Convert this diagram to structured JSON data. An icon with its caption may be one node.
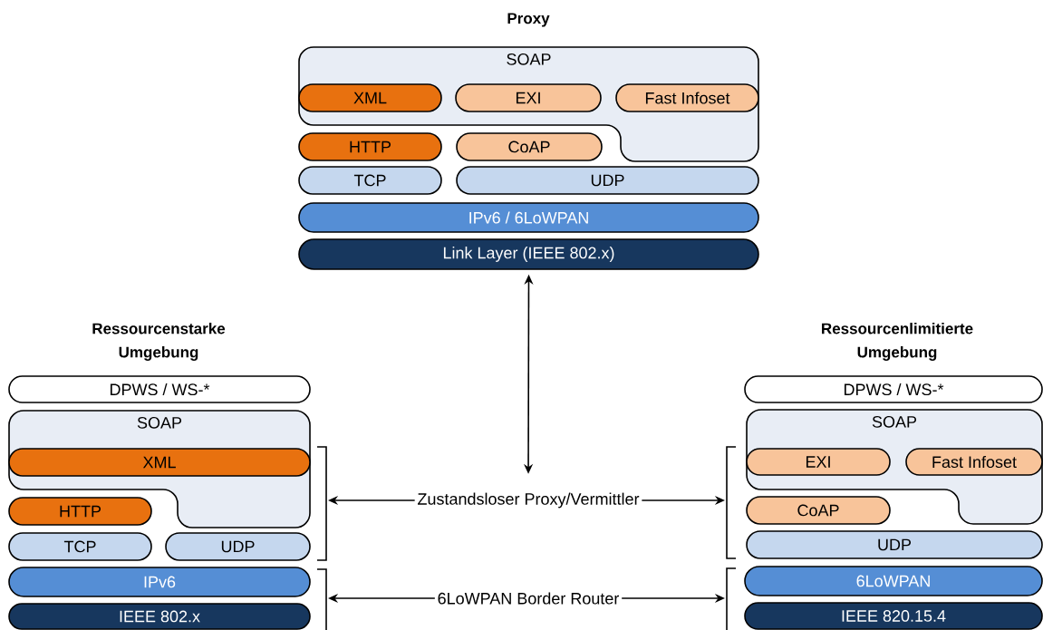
{
  "diagram": {
    "nodes": [
      {
        "text": [
          "SOAP"
        ]
      },
      {
        "text": [
          "XML"
        ],
        "in": 0
      },
      {
        "text": [
          "EXI"
        ],
        "in": 0
      },
      {
        "text": [
          "Fast Infoset"
        ],
        "in": 0
      },
      {
        "text": [
          "HTTP"
        ]
      },
      {
        "text": [
          "CoAP"
        ]
      },
      {
        "text": [
          "TCP"
        ]
      },
      {
        "text": [
          "UDP"
        ]
      },
      {
        "text": [
          "IPv6 / 6LoWPAN"
        ]
      },
      {
        "text": [
          "Link Layer (IEEE 802.x)"
        ]
      },
      {
        "text": [
          "DPWS / WS-*"
        ]
      },
      {
        "text": [
          "SOAP"
        ]
      },
      {
        "text": [
          "XML"
        ],
        "in": 11
      },
      {
        "text": [
          "HTTP"
        ]
      },
      {
        "text": [
          "TCP"
        ]
      },
      {
        "text": [
          "UDP"
        ]
      },
      {
        "text": [
          "IPv6"
        ]
      },
      {
        "text": [
          "IEEE 802.x"
        ]
      },
      {
        "text": [
          "DPWS / WS-*"
        ]
      },
      {
        "text": [
          "SOAP"
        ]
      },
      {
        "text": [
          "EXI"
        ],
        "in": 19
      },
      {
        "text": [
          "Fast Infoset"
        ],
        "in": 19
      },
      {
        "text": [
          "CoAP"
        ]
      },
      {
        "text": [
          "UDP"
        ]
      },
      {
        "text": [
          "6LoWPAN"
        ]
      },
      {
        "text": [
          "IEEE 820.15.4"
        ]
      },
      {
        "text": [
          "Zustandsloser Proxy/Vermittler"
        ]
      },
      {
        "text": [
          "6LoWPAN Border Router"
        ]
      }
    ],
    "edges": [
      {
        "from": 9,
        "to": 26,
        "arrow": "both"
      },
      {
        "from": 26,
        "to": null,
        "arrow": "to"
      },
      {
        "from": 26,
        "to": null,
        "arrow": "to"
      },
      {
        "from": 27,
        "to": null,
        "arrow": "to"
      },
      {
        "from": 27,
        "to": null,
        "arrow": "to"
      }
    ],
    "labels": [
      "Proxy",
      "Ressourcenstarke Umgebung",
      "Ressourcenlimitierte Umgebung"
    ]
  }
}
